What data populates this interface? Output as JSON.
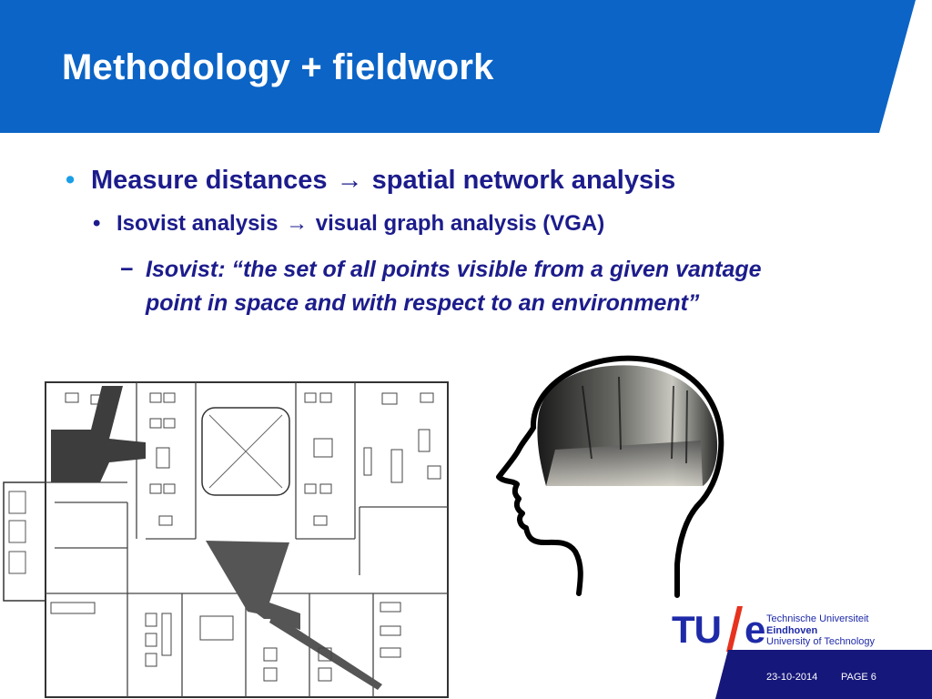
{
  "slide": {
    "title": "Methodology + fieldwork",
    "bullet_level1": "Measure distances",
    "bullet_level1_arrow": "→",
    "bullet_level1_rest": "spatial network analysis",
    "bullet_level2": "Isovist analysis",
    "bullet_level2_arrow": "→",
    "bullet_level2_rest": "visual graph analysis (VGA)",
    "bullet_level3_dash": "−",
    "bullet_level3": "Isovist: “the set of all points visible from a given vantage point in space and with respect to an environment”",
    "bullet_dot": "•"
  },
  "logo": {
    "tu": "TU",
    "e": "e",
    "line1": "Technische Universiteit",
    "line2": "Eindhoven",
    "line3": "University of Technology"
  },
  "footer": {
    "date": "23-10-2014",
    "page": "PAGE 6"
  },
  "colors": {
    "header_blue": "#0b64c6",
    "text_navy": "#1c1c8c",
    "bullet_cyan": "#1a9ee8",
    "footer_navy": "#16177a",
    "logo_red": "#e6321e"
  },
  "images": {
    "floorplan": "floor plan with shaded isovist areas",
    "head": "head silhouette containing interior corridor photo"
  }
}
